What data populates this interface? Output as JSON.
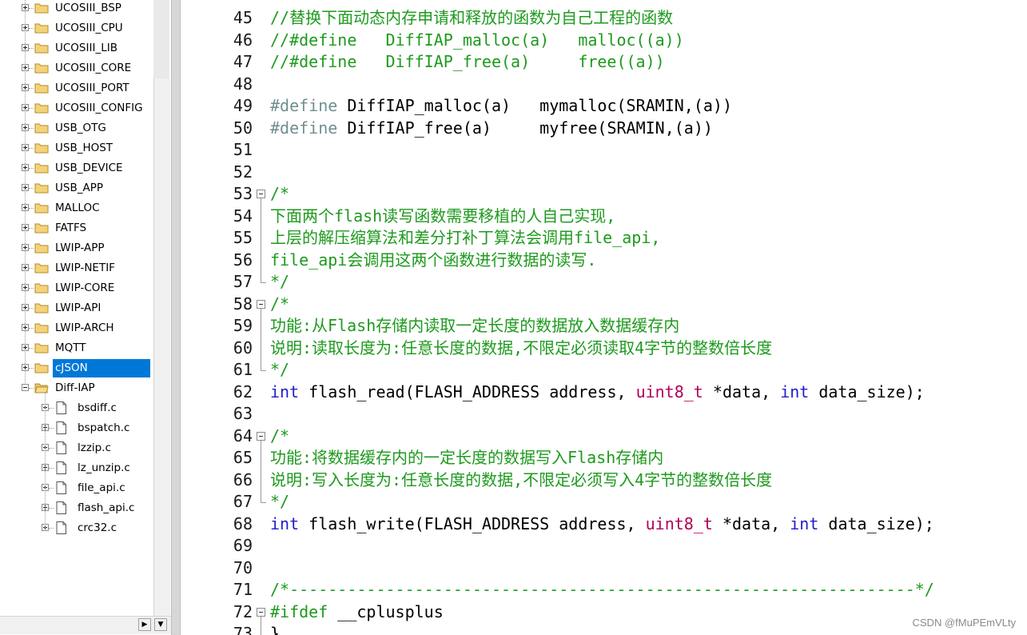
{
  "tree": {
    "items": [
      {
        "label": "UCOSIII_BSP",
        "type": "folder",
        "expanded": false,
        "indent": 0,
        "selected": false
      },
      {
        "label": "UCOSIII_CPU",
        "type": "folder",
        "expanded": false,
        "indent": 0,
        "selected": false
      },
      {
        "label": "UCOSIII_LIB",
        "type": "folder",
        "expanded": false,
        "indent": 0,
        "selected": false
      },
      {
        "label": "UCOSIII_CORE",
        "type": "folder",
        "expanded": false,
        "indent": 0,
        "selected": false
      },
      {
        "label": "UCOSIII_PORT",
        "type": "folder",
        "expanded": false,
        "indent": 0,
        "selected": false
      },
      {
        "label": "UCOSIII_CONFIG",
        "type": "folder",
        "expanded": false,
        "indent": 0,
        "selected": false
      },
      {
        "label": "USB_OTG",
        "type": "folder",
        "expanded": false,
        "indent": 0,
        "selected": false
      },
      {
        "label": "USB_HOST",
        "type": "folder",
        "expanded": false,
        "indent": 0,
        "selected": false
      },
      {
        "label": "USB_DEVICE",
        "type": "folder",
        "expanded": false,
        "indent": 0,
        "selected": false
      },
      {
        "label": "USB_APP",
        "type": "folder",
        "expanded": false,
        "indent": 0,
        "selected": false
      },
      {
        "label": "MALLOC",
        "type": "folder",
        "expanded": false,
        "indent": 0,
        "selected": false
      },
      {
        "label": "FATFS",
        "type": "folder",
        "expanded": false,
        "indent": 0,
        "selected": false
      },
      {
        "label": "LWIP-APP",
        "type": "folder",
        "expanded": false,
        "indent": 0,
        "selected": false
      },
      {
        "label": "LWIP-NETIF",
        "type": "folder",
        "expanded": false,
        "indent": 0,
        "selected": false
      },
      {
        "label": "LWIP-CORE",
        "type": "folder",
        "expanded": false,
        "indent": 0,
        "selected": false
      },
      {
        "label": "LWIP-API",
        "type": "folder",
        "expanded": false,
        "indent": 0,
        "selected": false
      },
      {
        "label": "LWIP-ARCH",
        "type": "folder",
        "expanded": false,
        "indent": 0,
        "selected": false
      },
      {
        "label": "MQTT",
        "type": "folder",
        "expanded": false,
        "indent": 0,
        "selected": false
      },
      {
        "label": "cJSON",
        "type": "folder",
        "expanded": false,
        "indent": 0,
        "selected": true
      },
      {
        "label": "Diff-IAP",
        "type": "folder",
        "expanded": true,
        "indent": 0,
        "selected": false
      },
      {
        "label": "bsdiff.c",
        "type": "file",
        "expanded": false,
        "indent": 1,
        "selected": false
      },
      {
        "label": "bspatch.c",
        "type": "file",
        "expanded": false,
        "indent": 1,
        "selected": false
      },
      {
        "label": "lzzip.c",
        "type": "file",
        "expanded": false,
        "indent": 1,
        "selected": false
      },
      {
        "label": "lz_unzip.c",
        "type": "file",
        "expanded": false,
        "indent": 1,
        "selected": false
      },
      {
        "label": "file_api.c",
        "type": "file",
        "expanded": false,
        "indent": 1,
        "selected": false
      },
      {
        "label": "flash_api.c",
        "type": "file",
        "expanded": false,
        "indent": 1,
        "selected": false
      },
      {
        "label": "crc32.c",
        "type": "file",
        "expanded": false,
        "indent": 1,
        "selected": false
      }
    ]
  },
  "editor": {
    "lines": [
      {
        "num": "45",
        "fold": "",
        "segs": [
          {
            "t": "//替换下面动态内存申请和释放的函数为自己工程的函数",
            "c": "cmt"
          }
        ]
      },
      {
        "num": "46",
        "fold": "",
        "segs": [
          {
            "t": "//#define   DiffIAP_malloc(a)   malloc((a))",
            "c": "cmt"
          }
        ]
      },
      {
        "num": "47",
        "fold": "",
        "segs": [
          {
            "t": "//#define   DiffIAP_free(a)     free((a))",
            "c": "cmt"
          }
        ]
      },
      {
        "num": "48",
        "fold": "",
        "segs": []
      },
      {
        "num": "49",
        "fold": "",
        "segs": [
          {
            "t": "#define",
            "c": "pp"
          },
          {
            "t": " DiffIAP_malloc(a)   mymalloc(SRAMIN,(a))",
            "c": ""
          }
        ]
      },
      {
        "num": "50",
        "fold": "",
        "segs": [
          {
            "t": "#define",
            "c": "pp"
          },
          {
            "t": " DiffIAP_free(a)     myfree(SRAMIN,(a))",
            "c": ""
          }
        ]
      },
      {
        "num": "51",
        "fold": "",
        "segs": []
      },
      {
        "num": "52",
        "fold": "",
        "segs": []
      },
      {
        "num": "53",
        "fold": "start",
        "segs": [
          {
            "t": "/*",
            "c": "cmt"
          }
        ]
      },
      {
        "num": "54",
        "fold": "bar",
        "segs": [
          {
            "t": "下面两个flash读写函数需要移植的人自己实现,",
            "c": "cmt"
          }
        ]
      },
      {
        "num": "55",
        "fold": "bar",
        "segs": [
          {
            "t": "上层的解压缩算法和差分打补丁算法会调用file_api,",
            "c": "cmt"
          }
        ]
      },
      {
        "num": "56",
        "fold": "bar",
        "segs": [
          {
            "t": "file_api会调用这两个函数进行数据的读写.",
            "c": "cmt"
          }
        ]
      },
      {
        "num": "57",
        "fold": "end",
        "segs": [
          {
            "t": "*/",
            "c": "cmt"
          }
        ]
      },
      {
        "num": "58",
        "fold": "start",
        "segs": [
          {
            "t": "/*",
            "c": "cmt"
          }
        ]
      },
      {
        "num": "59",
        "fold": "bar",
        "segs": [
          {
            "t": "功能:从Flash存储内读取一定长度的数据放入数据缓存内",
            "c": "cmt"
          }
        ]
      },
      {
        "num": "60",
        "fold": "bar",
        "segs": [
          {
            "t": "说明:读取长度为:任意长度的数据,不限定必须读取4字节的整数倍长度",
            "c": "cmt"
          }
        ]
      },
      {
        "num": "61",
        "fold": "end",
        "segs": [
          {
            "t": "*/",
            "c": "cmt"
          }
        ]
      },
      {
        "num": "62",
        "fold": "",
        "segs": [
          {
            "t": "int",
            "c": "kw"
          },
          {
            "t": " flash_read(FLASH_ADDRESS address, ",
            "c": ""
          },
          {
            "t": "uint8_t",
            "c": "ty"
          },
          {
            "t": " *data, ",
            "c": ""
          },
          {
            "t": "int",
            "c": "kw"
          },
          {
            "t": " data_size);",
            "c": ""
          }
        ]
      },
      {
        "num": "63",
        "fold": "",
        "segs": []
      },
      {
        "num": "64",
        "fold": "start",
        "segs": [
          {
            "t": "/*",
            "c": "cmt"
          }
        ]
      },
      {
        "num": "65",
        "fold": "bar",
        "segs": [
          {
            "t": "功能:将数据缓存内的一定长度的数据写入Flash存储内",
            "c": "cmt"
          }
        ]
      },
      {
        "num": "66",
        "fold": "bar",
        "segs": [
          {
            "t": "说明:写入长度为:任意长度的数据,不限定必须写入4字节的整数倍长度",
            "c": "cmt"
          }
        ]
      },
      {
        "num": "67",
        "fold": "end",
        "segs": [
          {
            "t": "*/",
            "c": "cmt"
          }
        ]
      },
      {
        "num": "68",
        "fold": "",
        "segs": [
          {
            "t": "int",
            "c": "kw"
          },
          {
            "t": " flash_write(FLASH_ADDRESS address, ",
            "c": ""
          },
          {
            "t": "uint8_t",
            "c": "ty"
          },
          {
            "t": " *data, ",
            "c": ""
          },
          {
            "t": "int",
            "c": "kw"
          },
          {
            "t": " data_size);",
            "c": ""
          }
        ]
      },
      {
        "num": "69",
        "fold": "",
        "segs": []
      },
      {
        "num": "70",
        "fold": "",
        "segs": []
      },
      {
        "num": "71",
        "fold": "",
        "segs": [
          {
            "t": "/*-----------------------------------------------------------------*/",
            "c": "cmt"
          }
        ]
      },
      {
        "num": "72",
        "fold": "start",
        "segs": [
          {
            "t": "#ifdef",
            "c": "pp2"
          },
          {
            "t": " __cplusplus",
            "c": ""
          }
        ]
      },
      {
        "num": "73",
        "fold": "bar",
        "segs": [
          {
            "t": "}",
            "c": ""
          }
        ]
      }
    ]
  },
  "scroll": {
    "down_arrow": "▼",
    "right_arrow": "▶"
  },
  "watermark": "CSDN @fMuPEmVLty"
}
